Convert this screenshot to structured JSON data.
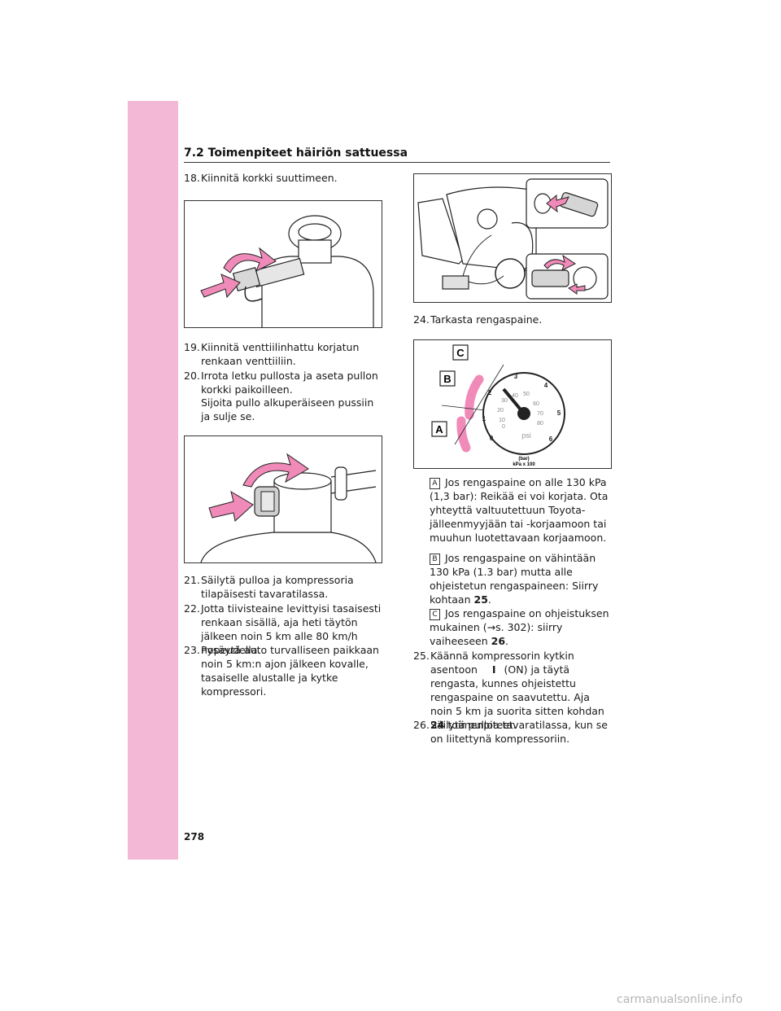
{
  "header": {
    "section": "7.2  Toimenpiteet häiriön sattuessa"
  },
  "steps_left": [
    {
      "num": "18.",
      "text": "Kiinnitä korkki suuttimeen."
    },
    {
      "num": "19.",
      "text": "Kiinnitä venttiilinhattu korjatun renkaan venttiiliin."
    },
    {
      "num": "20.",
      "text": "Irrota letku pullosta ja aseta pullon korkki paikoilleen."
    },
    {
      "note": "Sijoita pullo alkuperäiseen pussiin ja sulje se."
    },
    {
      "num": "21.",
      "text": "Säilytä pulloa ja kompressoria tilapäisesti tavaratilassa."
    },
    {
      "num": "22.",
      "text": "Jotta tiivisteaine levittyisi tasaisesti renkaan sisällä, aja heti täytön jälkeen noin 5 km alle 80 km/h nopeudella."
    },
    {
      "num": "23.",
      "text": "Pysäytä auto turvalliseen paikkaan noin 5 km:n ajon jälkeen kovalle, tasaiselle alustalle ja kytke kompressori."
    }
  ],
  "steps_right": [
    {
      "num": "24.",
      "text": "Tarkasta rengaspaine."
    }
  ],
  "pressure_cases": [
    {
      "label": "A",
      "text": "Jos rengaspaine on alle 130 kPa (1,3 bar): Reikää ei voi korjata. Ota yhteyttä valtuutettuun Toyota-jälleenmyyjään tai -korjaamoon tai muuhun luotettavaan korjaamoon."
    },
    {
      "label": "B",
      "text": "Jos rengaspaine on vähintään 130 kPa (1.3 bar) mutta alle ohjeistetun rengaspaineen: Siirry kohtaan",
      "bold": "25",
      "after": "."
    },
    {
      "label": "C",
      "text": "Jos rengaspaine on ohjeistuksen mukainen (→s. 302): siirry vaiheeseen",
      "bold": "26",
      "after": "."
    }
  ],
  "step25": {
    "num": "25.",
    "pre": "Käännä kompressorin kytkin asentoon",
    "symbol": "I",
    "post": "(ON) ja täytä rengasta, kunnes ohjeistettu rengaspaine on saavutettu. Aja noin 5 km ja suorita sitten kohdan",
    "bold": "24",
    "end": "toimenpiteet."
  },
  "step26": {
    "num": "26.",
    "text": "Säilytä pulloa tavaratilassa, kun se on liitettynä kompressoriin."
  },
  "gauge": {
    "zone_labels": [
      "A",
      "B",
      "C"
    ],
    "bar_ticks": [
      "0",
      "1",
      "2",
      "3",
      "4",
      "5",
      "6"
    ],
    "psi_ticks": [
      "0",
      "10",
      "20",
      "30",
      "40",
      "50",
      "60",
      "70",
      "80"
    ],
    "psi_label": "psi",
    "bar_label": "(bar)",
    "kpa_label": "kPa x 100"
  },
  "page_number": "278",
  "watermark": "carmanualsonline.info"
}
